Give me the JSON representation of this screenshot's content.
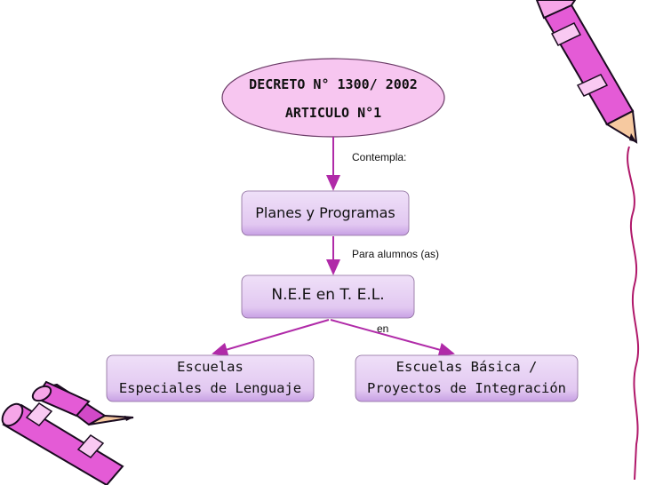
{
  "root": {
    "line1": "DECRETO N° 1300/ 2002",
    "line2": "ARTICULO N°1"
  },
  "connectors": {
    "contempla": "Contempla:",
    "para_alumnos": "Para alumnos (as)",
    "en": "en"
  },
  "nodes": {
    "planes": "Planes y Programas",
    "nee": "N.E.E  en T. E.L.",
    "escuelas_especiales": {
      "line1": "Escuelas",
      "line2": "Especiales de Lenguaje"
    },
    "escuelas_basica": {
      "line1": "Escuelas Básica /",
      "line2": "Proyectos de Integración"
    }
  },
  "colors": {
    "ellipse_fill": "#f7c6f0",
    "box_fill": "#e3c9f2",
    "box_bottom": "#c9a3e6",
    "connector": "#b02aa8",
    "pencil_body": "#e45bd6",
    "pencil_stripe": "#f9c9f2",
    "pencil_outline": "#1a0b1f",
    "decor_line": "#b0186a"
  }
}
